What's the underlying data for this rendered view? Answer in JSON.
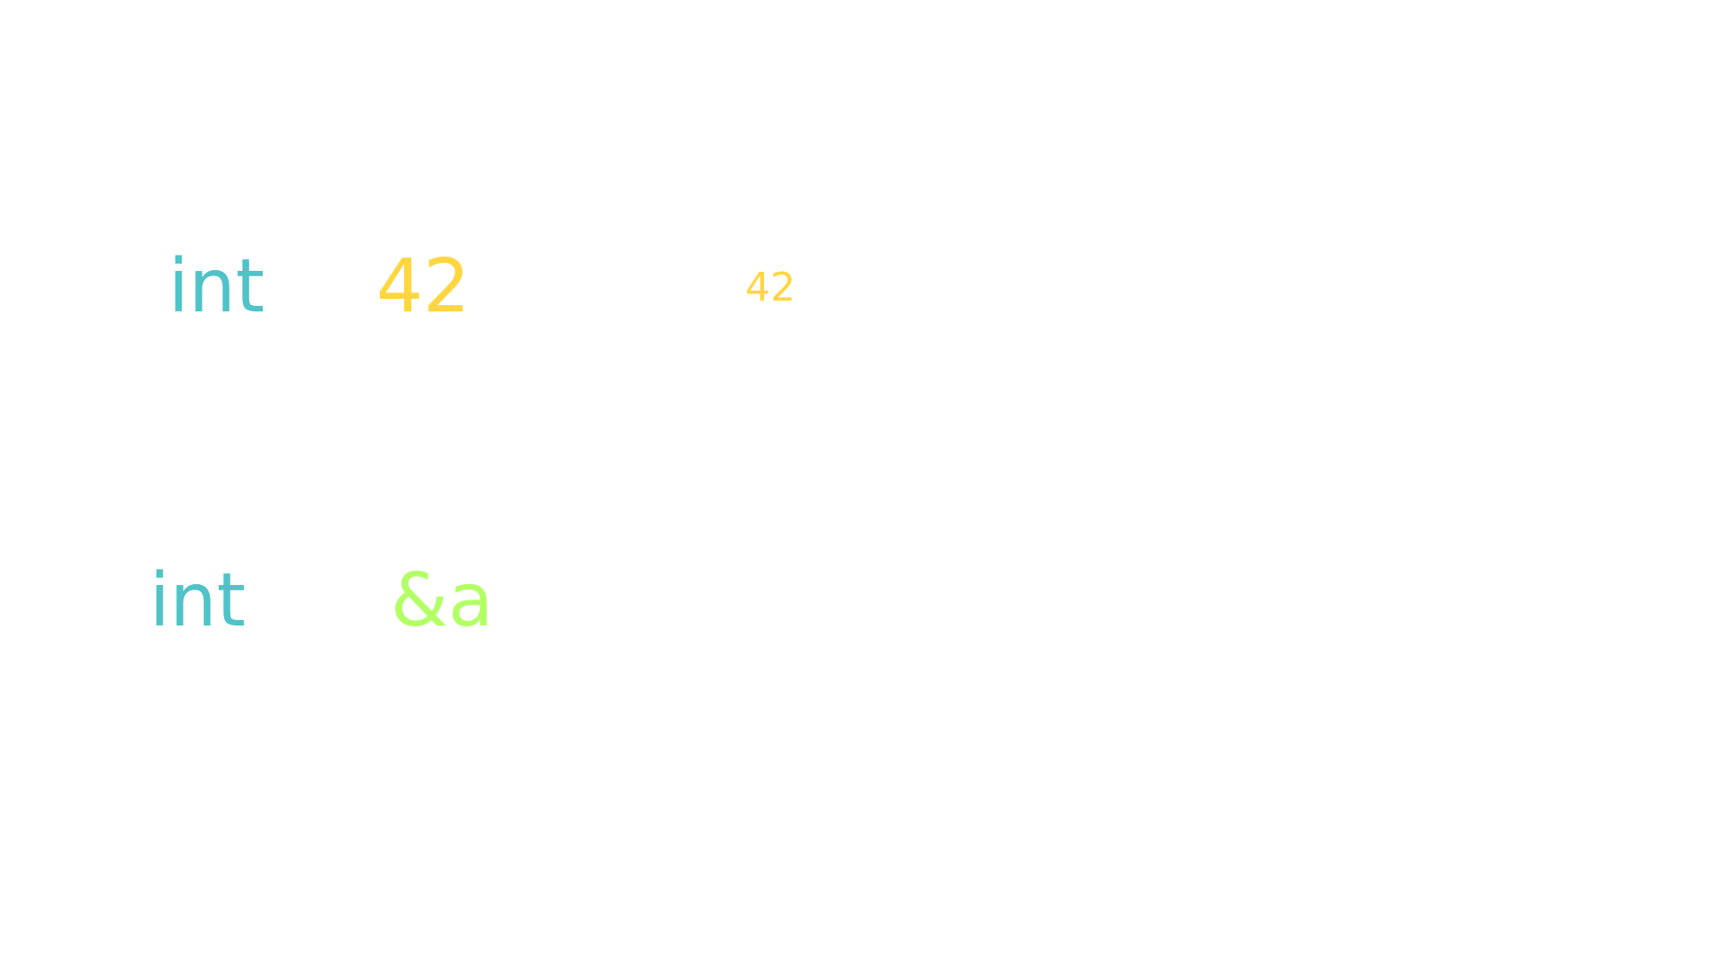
{
  "row1": {
    "type_keyword": "int",
    "value": "42",
    "value_display": "42"
  },
  "row2": {
    "type_keyword": "int",
    "address_expr": "&a"
  },
  "colors": {
    "type": "#4fc3c8",
    "number": "#ffd640",
    "reference": "#b3ff66",
    "background": "#ffffff"
  }
}
